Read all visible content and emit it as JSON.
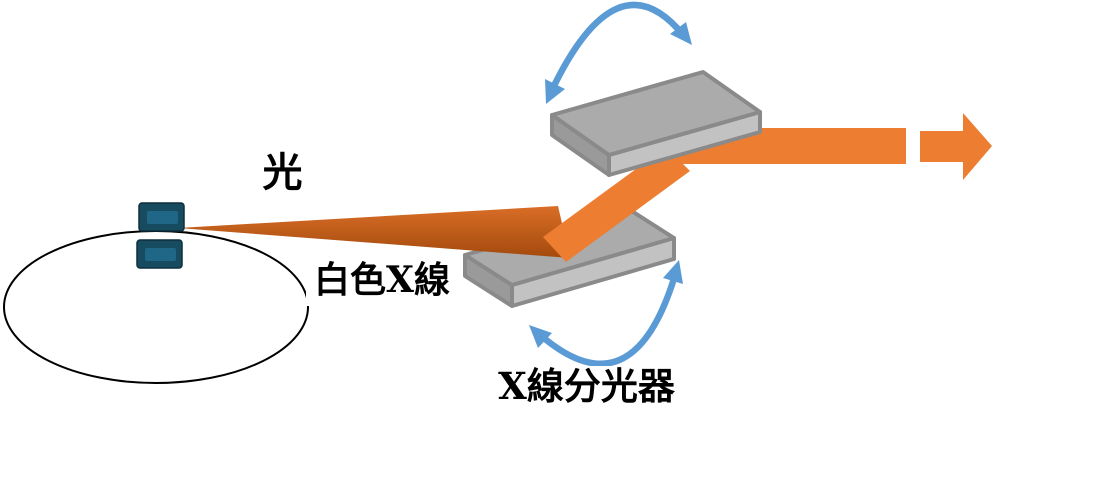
{
  "labels": {
    "light": "光",
    "white_xray": "白色X線",
    "monochromator": "X線分光器"
  },
  "colors": {
    "background": "#FFFFFF",
    "label_text": "#000000",
    "ring_outline": "#000000",
    "beam_orange": "#ED7D31",
    "beam_dark_top": "#D96E27",
    "beam_dark_bottom": "#A34A0D",
    "rotation_blue": "#5B9BD5",
    "crystal_top": "#ABABAB",
    "crystal_front": "#C2C2C2",
    "crystal_side": "#9A9A9A",
    "crystal_outline": "#8A8A8A",
    "magnet_outer": "#174B5F",
    "magnet_inner": "#1F6687",
    "magnet_outline": "#0E2F3D"
  },
  "components": [
    "storage-ring",
    "bending-magnet-top",
    "bending-magnet-bottom",
    "white-xray-beam",
    "diffracted-beam",
    "output-beam",
    "output-beam-arrow",
    "monochromator-crystal-upper",
    "monochromator-crystal-lower",
    "rotation-arrow-top",
    "rotation-arrow-bottom"
  ]
}
